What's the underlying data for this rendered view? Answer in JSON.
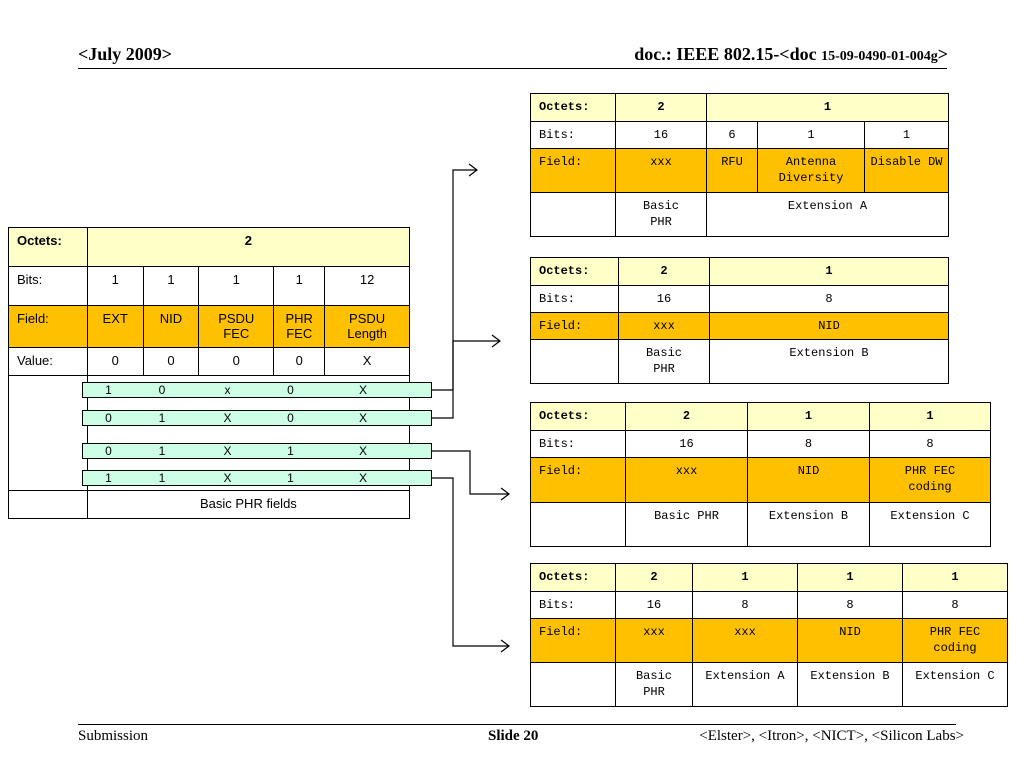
{
  "header": {
    "left": "<July 2009>",
    "right_main": "doc.: IEEE 802.15-<doc ",
    "right_small": "15-09-0490-01-004g",
    "right_end": ">"
  },
  "main_table": {
    "octets_label": "Octets:",
    "octets_value": "2",
    "bits_label": "Bits:",
    "bits": [
      "1",
      "1",
      "1",
      "1",
      "12"
    ],
    "field_label": "Field:",
    "fields": [
      "EXT",
      "NID",
      "PSDU FEC",
      "PHR FEC",
      "PSDU Length"
    ],
    "value_label": "Value:",
    "values": [
      "0",
      "0",
      "0",
      "0",
      "X"
    ],
    "footer": "Basic PHR fields"
  },
  "combos": [
    [
      "1",
      "0",
      "x",
      "0",
      "X"
    ],
    [
      "0",
      "1",
      "X",
      "0",
      "X"
    ],
    [
      "0",
      "1",
      "X",
      "1",
      "X"
    ],
    [
      "1",
      "1",
      "X",
      "1",
      "X"
    ]
  ],
  "table_a": {
    "octets_label": "Octets:",
    "octets": [
      "2",
      "1"
    ],
    "bits_label": "Bits:",
    "bits": [
      "16",
      "6",
      "1",
      "1"
    ],
    "field_label": "Field:",
    "fields": [
      "xxx",
      "RFU",
      "Antenna Diversity",
      "Disable DW"
    ],
    "groups": [
      "Basic PHR",
      "Extension A"
    ]
  },
  "table_b": {
    "octets_label": "Octets:",
    "octets": [
      "2",
      "1"
    ],
    "bits_label": "Bits:",
    "bits": [
      "16",
      "8"
    ],
    "field_label": "Field:",
    "fields": [
      "xxx",
      "NID"
    ],
    "groups": [
      "Basic PHR",
      "Extension B"
    ]
  },
  "table_c": {
    "octets_label": "Octets:",
    "octets": [
      "2",
      "1",
      "1"
    ],
    "bits_label": "Bits:",
    "bits": [
      "16",
      "8",
      "8"
    ],
    "field_label": "Field:",
    "fields": [
      "xxx",
      "NID",
      "PHR FEC coding"
    ],
    "groups": [
      "Basic PHR",
      "Extension B",
      "Extension C"
    ]
  },
  "table_d": {
    "octets_label": "Octets:",
    "octets": [
      "2",
      "1",
      "1",
      "1"
    ],
    "bits_label": "Bits:",
    "bits": [
      "16",
      "8",
      "8",
      "8"
    ],
    "field_label": "Field:",
    "fields": [
      "xxx",
      "xxx",
      "NID",
      "PHR FEC coding"
    ],
    "groups": [
      "Basic PHR",
      "Extension A",
      "Extension B",
      "Extension C"
    ]
  },
  "footer": {
    "left": "Submission",
    "center": "Slide 20",
    "right": "<Elster>, <Itron>, <NICT>, <Silicon Labs>"
  }
}
